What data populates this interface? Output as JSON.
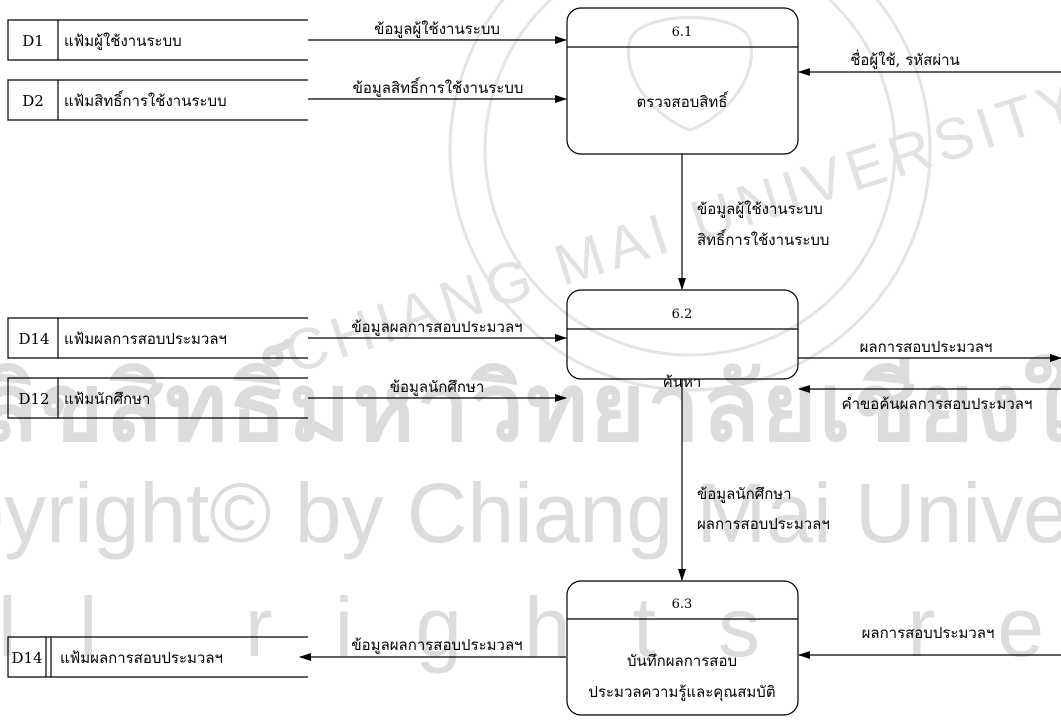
{
  "watermark": {
    "line_thai": "ลิขสิทธิ์มหาวิทยาลัยเชียงใหม่",
    "line_copyright": "Copyright© by Chiang Mai University",
    "line_rights": "All rights reserved",
    "seal_text": "CHIANG MAI UNIVERSITY",
    "color": "#d9d9d9"
  },
  "data_stores": [
    {
      "id": "D1",
      "name": "แฟ้มผู้ใช้งานระบบ"
    },
    {
      "id": "D2",
      "name": "แฟ้มสิทธิ์การใช้งานระบบ"
    },
    {
      "id": "D14",
      "name": "แฟ้มผลการสอบประมวลฯ"
    },
    {
      "id": "D12",
      "name": "แฟ้มนักศึกษา"
    },
    {
      "id": "D14",
      "name": "แฟ้มผลการสอบประมวลฯ"
    }
  ],
  "processes": [
    {
      "number": "6.1",
      "name_lines": [
        "ตรวจสอบสิทธิ์"
      ]
    },
    {
      "number": "6.2",
      "name_lines": [
        "ค้นหา"
      ]
    },
    {
      "number": "6.3",
      "name_lines": [
        "บันทึกผลการสอบ",
        "ประมวลความรู้และคุณสมบัติ"
      ]
    }
  ],
  "flows": [
    {
      "label_lines": [
        "ข้อมูลผู้ใช้งานระบบ"
      ]
    },
    {
      "label_lines": [
        "ข้อมูลสิทธิ์การใช้งานระบบ"
      ]
    },
    {
      "label_lines": [
        "ชื่อผู้ใช้, รหัสผ่าน"
      ]
    },
    {
      "label_lines": [
        "ข้อมูลผู้ใช้งานระบบ",
        "สิทธิ์การใช้งานระบบ"
      ]
    },
    {
      "label_lines": [
        "ข้อมูลผลการสอบประมวลฯ"
      ]
    },
    {
      "label_lines": [
        "ข้อมูลนักศึกษา"
      ]
    },
    {
      "label_lines": [
        "ผลการสอบประมวลฯ"
      ]
    },
    {
      "label_lines": [
        "คำขอค้นผลการสอบประมวลฯ"
      ]
    },
    {
      "label_lines": [
        "ข้อมูลนักศึกษา",
        "ผลการสอบประมวลฯ"
      ]
    },
    {
      "label_lines": [
        "ข้อมูลผลการสอบประมวลฯ"
      ]
    },
    {
      "label_lines": [
        "ผลการสอบประมวลฯ"
      ]
    }
  ]
}
